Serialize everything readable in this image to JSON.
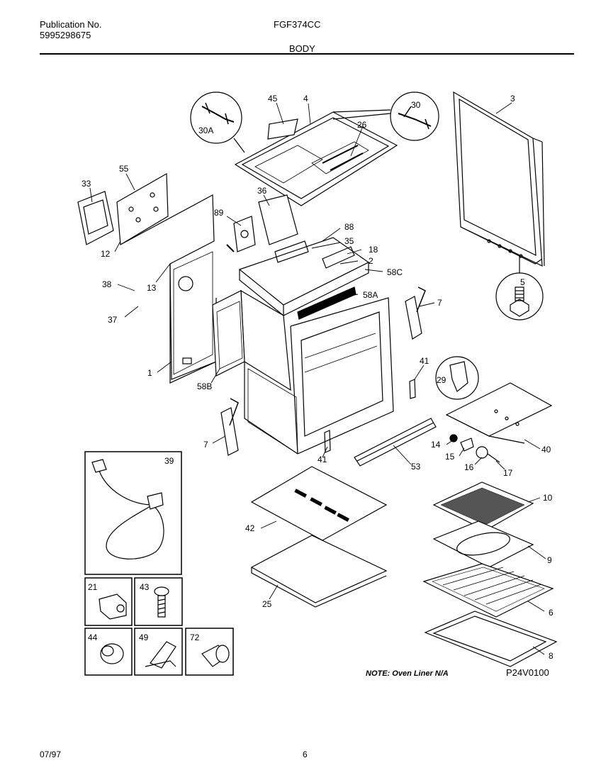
{
  "header": {
    "publication_label": "Publication No.",
    "publication_number": "5995298675",
    "model": "FGF374CC",
    "section": "BODY"
  },
  "footer": {
    "date": "07/97",
    "page": "6"
  },
  "diagram": {
    "note": "NOTE: Oven Liner N/A",
    "code": "P24V0100",
    "callouts": {
      "c45": "45",
      "c4": "4",
      "c30": "30",
      "c30a": "30A",
      "c26": "26",
      "c3": "3",
      "c55": "55",
      "c33": "33",
      "c36": "36",
      "c89": "89",
      "c88": "88",
      "c35": "35",
      "c18": "18",
      "c2": "2",
      "c58c": "58C",
      "c12": "12",
      "c13": "13",
      "c38": "38",
      "c37": "37",
      "c58a": "58A",
      "c5": "5",
      "c7a": "7",
      "c1": "1",
      "c58b": "58B",
      "c41a": "41",
      "c29": "29",
      "c7b": "7",
      "c41b": "41",
      "c53": "53",
      "c14": "14",
      "c15": "15",
      "c16": "16",
      "c17": "17",
      "c40": "40",
      "c39": "39",
      "c10": "10",
      "c42": "42",
      "c9": "9",
      "c6": "6",
      "c25": "25",
      "c8": "8",
      "c21": "21",
      "c43": "43",
      "c44": "44",
      "c49": "49",
      "c72": "72"
    }
  }
}
